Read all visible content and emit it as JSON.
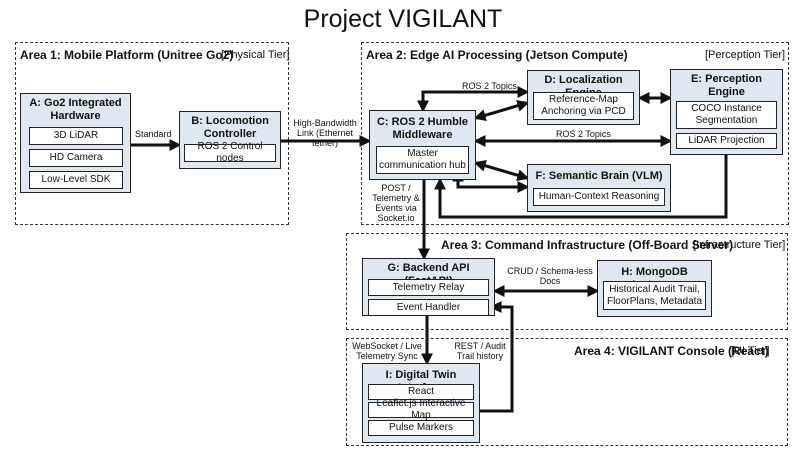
{
  "title": "Project VIGILANT",
  "areas": {
    "a1": {
      "title": "Area 1: Mobile Platform (Unitree Go2)",
      "tier": "[Physical Tier]"
    },
    "a2": {
      "title": "Area 2: Edge AI Processing (Jetson Compute)",
      "tier": "[Perception Tier]"
    },
    "a3": {
      "title": "Area 3: Command Infrastructure (Off-Board Server)",
      "tier": "[Infrastructure Tier]"
    },
    "a4": {
      "title": "Area 4: VIGILANT Console (React)",
      "tier": "[UI Tier]"
    }
  },
  "components": {
    "A": {
      "title": "A: Go2 Integrated Hardware",
      "items": [
        "3D LiDAR",
        "HD Camera",
        "Low-Level SDK"
      ]
    },
    "B": {
      "title": "B: Locomotion Controller",
      "items": [
        "ROS 2 Control nodes"
      ]
    },
    "C": {
      "title": "C: ROS 2 Humble Middleware",
      "items": [
        "Master communication hub"
      ]
    },
    "D": {
      "title": "D: Localization Engine",
      "items": [
        "Reference-Map Anchoring via PCD"
      ]
    },
    "E": {
      "title": "E: Perception Engine",
      "items": [
        "COCO Instance Segmentation",
        "LiDAR Projection"
      ]
    },
    "F": {
      "title": "F: Semantic Brain (VLM)",
      "items": [
        "Human-Context Reasoning"
      ]
    },
    "G": {
      "title": "G: Backend API (FastAPI)",
      "items": [
        "Telemetry Relay",
        "Event Handler"
      ]
    },
    "H": {
      "title": "H: MongoDB Instance",
      "items": [
        "Historical Audit Trail, FloorPlans, Metadata"
      ]
    },
    "I": {
      "title": "I: Digital Twin Interface",
      "items": [
        "React",
        "Leaflet.js Interactive Map",
        "Pulse Markers"
      ]
    }
  },
  "edges": {
    "standard": "Standard",
    "high_bandwidth": "High-Bandwidth Link (Ethernet tether)",
    "ros_topics_1": "ROS 2 Topics",
    "ros_topics_2": "ROS 2 Topics",
    "post": "POST / Telemetry & Events via Socket.io",
    "crud": "CRUD / Schema-less Docs",
    "websocket": "WebSocket / Live Telemetry Sync",
    "rest": "REST / Audit Trail history"
  }
}
